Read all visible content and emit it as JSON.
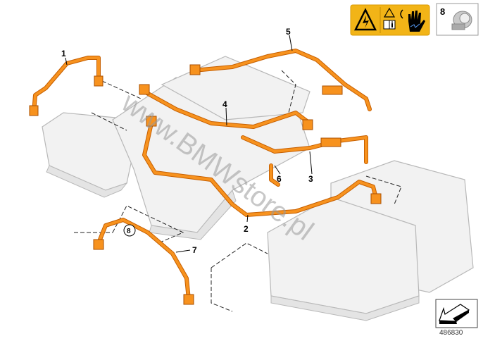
{
  "diagram": {
    "callouts": [
      "1",
      "2",
      "3",
      "4",
      "5",
      "6",
      "7",
      "8"
    ],
    "watermark": "www.BMWstore.pl",
    "doc_number": "486830",
    "warning_panel_icons": [
      "high-voltage-warning-icon",
      "read-manual-icon",
      "insulated-glove-icon"
    ],
    "reference_box_label": "8",
    "colors": {
      "cable": "#f7921e",
      "warning": "#f2b417",
      "battery": "#f2f2f2"
    }
  }
}
